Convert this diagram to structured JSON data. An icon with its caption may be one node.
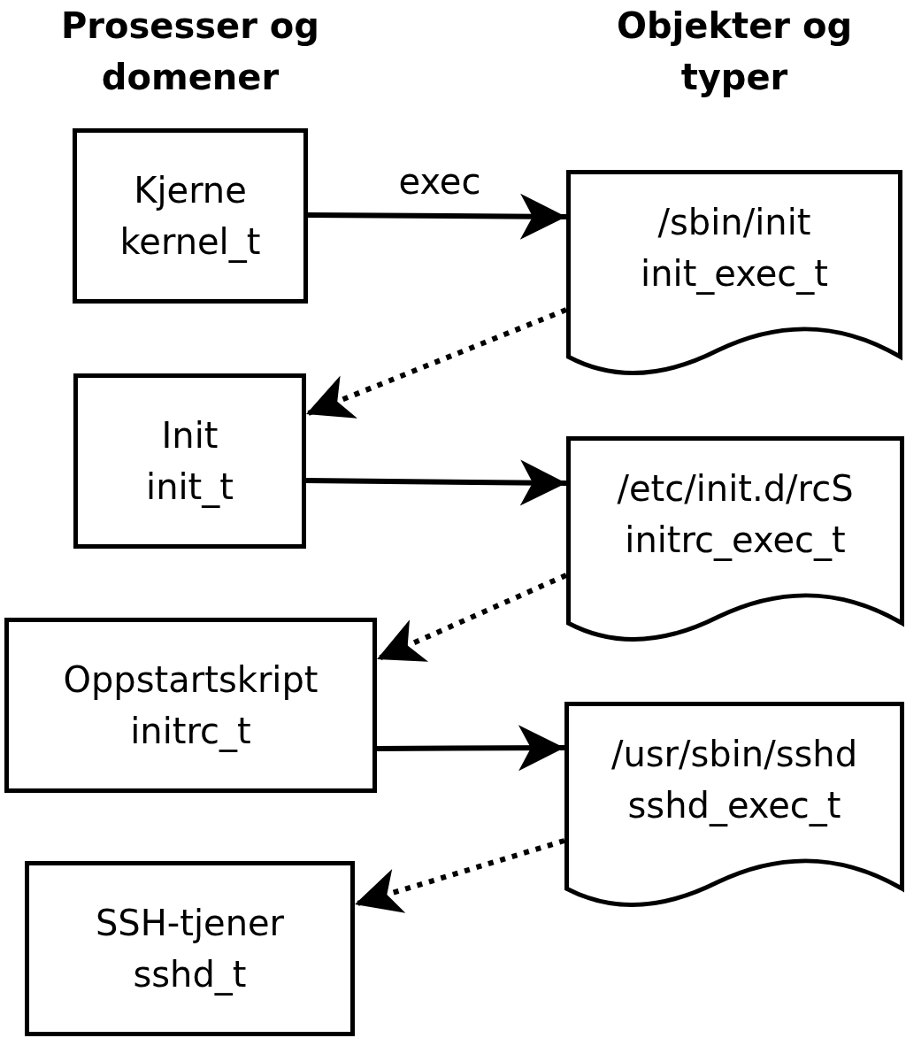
{
  "diagram": {
    "nodes": [
      {
        "text": [
          "Kjerne",
          "kernel_t"
        ]
      },
      {
        "text": [
          "/sbin/init",
          "init_exec_t"
        ]
      },
      {
        "text": [
          "Init",
          "init_t"
        ]
      },
      {
        "text": [
          "/etc/init.d/rcS",
          "initrc_exec_t"
        ]
      },
      {
        "text": [
          "Oppstartskript",
          "initrc_t"
        ]
      },
      {
        "text": [
          "/usr/sbin/sshd",
          "sshd_exec_t"
        ]
      },
      {
        "text": [
          "SSH-tjener",
          "sshd_t"
        ]
      }
    ],
    "edges": [
      {
        "from": 0,
        "to": 1,
        "arrow": "to",
        "label": "exec"
      },
      {
        "from": 1,
        "to": 2,
        "arrow": "to",
        "style": "dashed"
      },
      {
        "from": 2,
        "to": 3,
        "arrow": "to"
      },
      {
        "from": 3,
        "to": 4,
        "arrow": "to",
        "style": "dashed"
      },
      {
        "from": 4,
        "to": 5,
        "arrow": "to"
      },
      {
        "from": 5,
        "to": 6,
        "arrow": "to",
        "style": "dashed"
      }
    ],
    "labels": [
      "Prosesser og domener",
      "Objekter og typer"
    ]
  }
}
